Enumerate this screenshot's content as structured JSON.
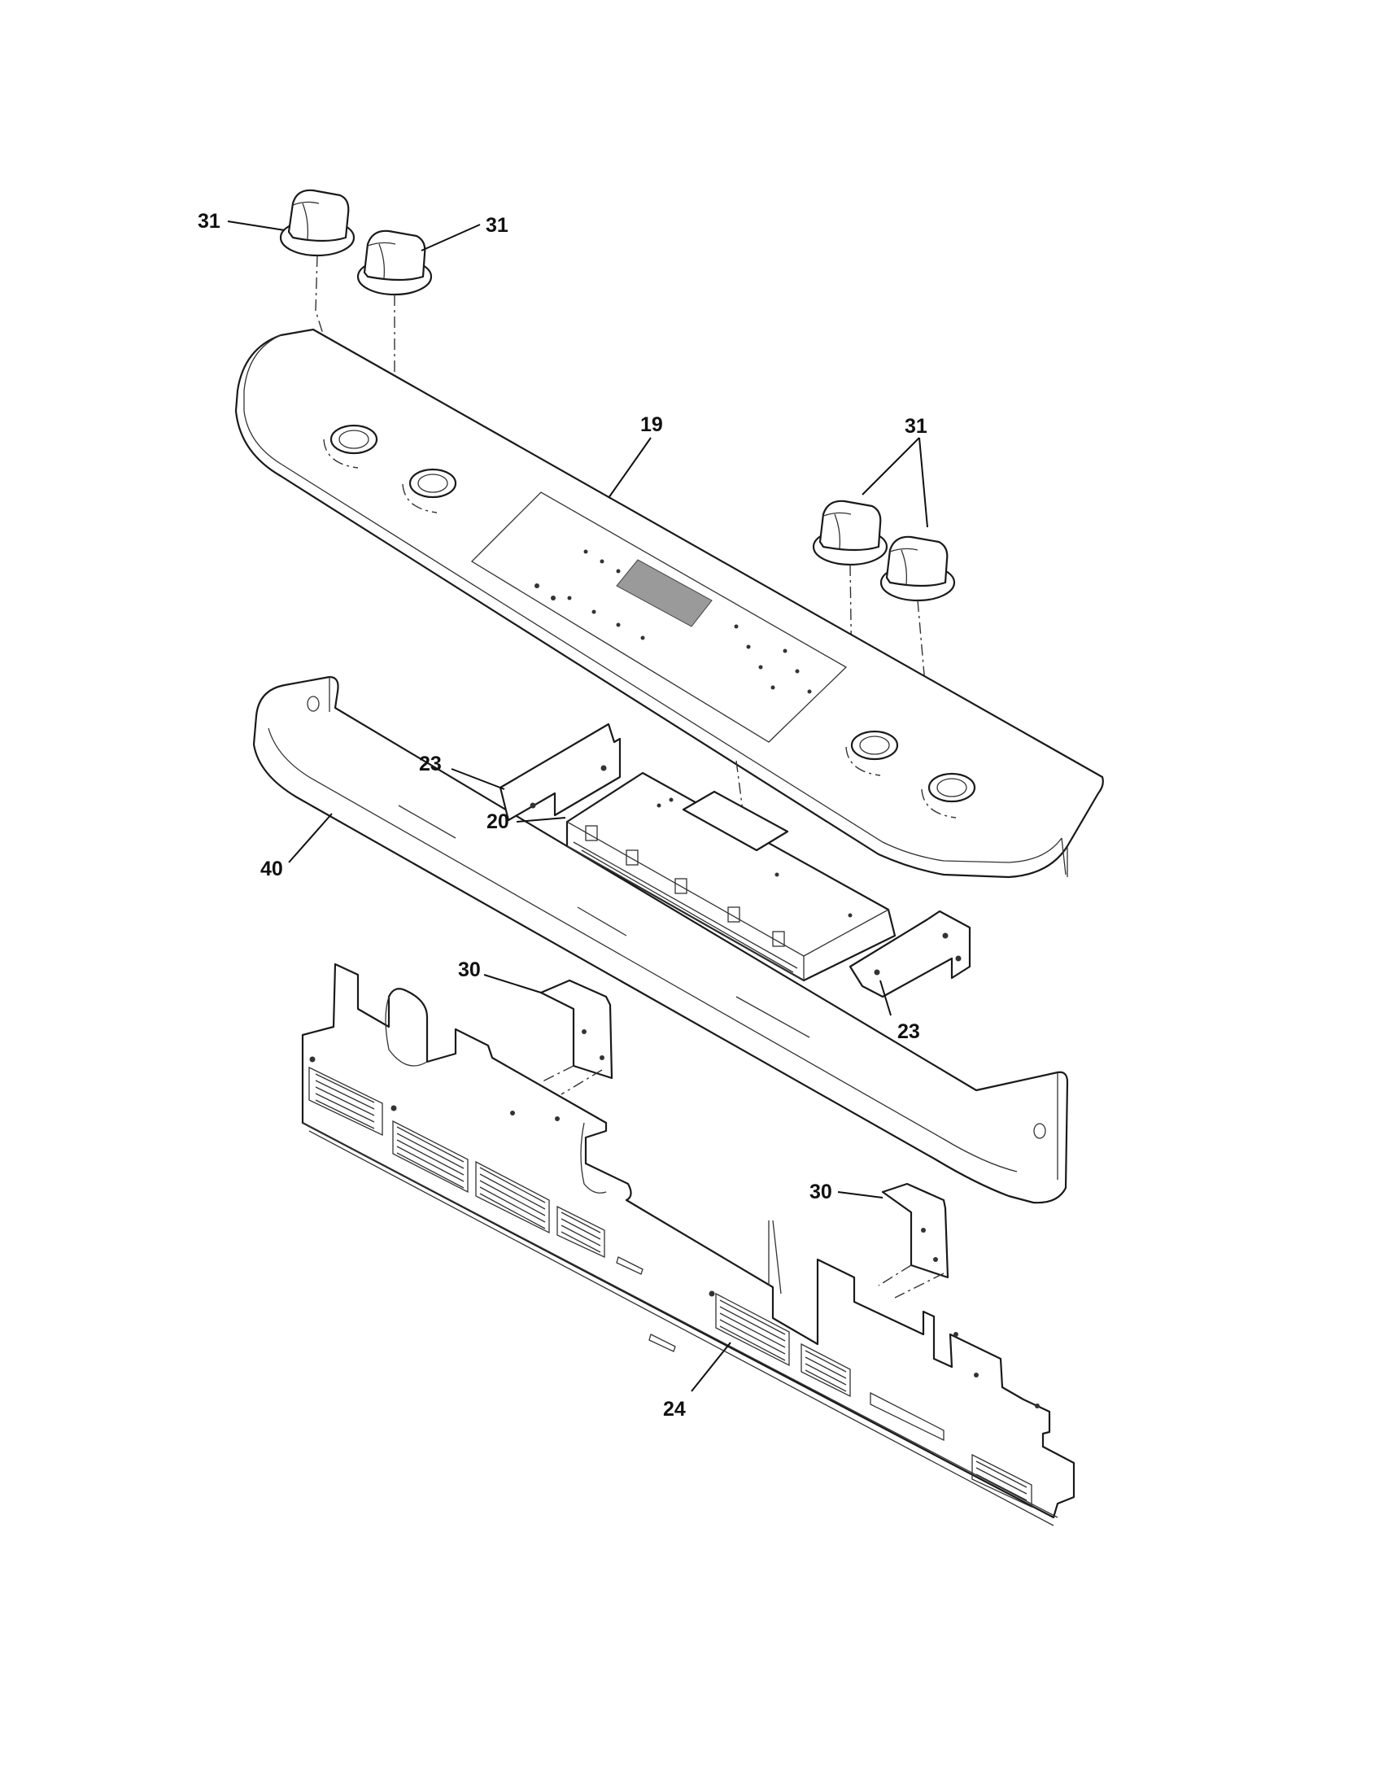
{
  "diagram": {
    "callouts": {
      "knob_top_left": "31",
      "knob_top_mid": "31",
      "knobs_right": "31",
      "control_panel": "19",
      "bracket_upper_left": "23",
      "bracket_lower_right": "23",
      "control_board": "20",
      "end_trim": "40",
      "clip_left": "30",
      "clip_right": "30",
      "back_panel": "24"
    },
    "parts": [
      {
        "id": "19",
        "name": "control-panel"
      },
      {
        "id": "20",
        "name": "control-board"
      },
      {
        "id": "23",
        "name": "mounting-bracket"
      },
      {
        "id": "24",
        "name": "vented-back-panel"
      },
      {
        "id": "30",
        "name": "clip"
      },
      {
        "id": "31",
        "name": "knob"
      },
      {
        "id": "40",
        "name": "trim"
      }
    ]
  }
}
